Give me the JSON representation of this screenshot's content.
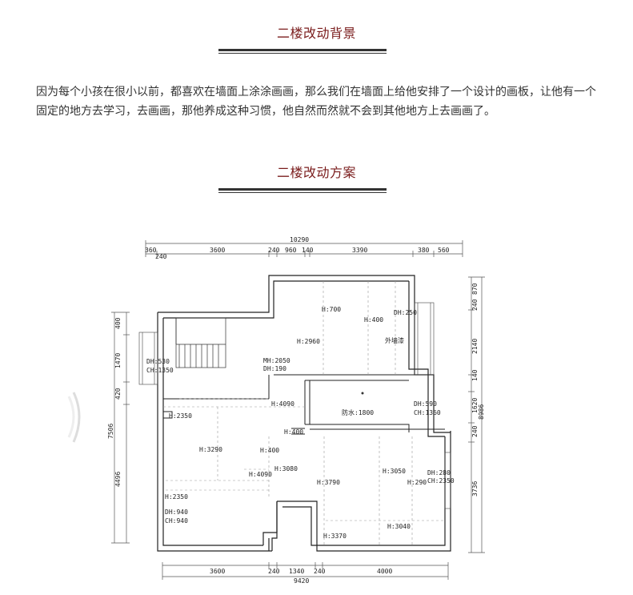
{
  "section1": {
    "title": "二楼改动背景",
    "paragraph": "因为每个小孩在很小以前，都喜欢在墙面上涂涂画画，那么我们在墙面上给他安排了一个设计的画板，让他有一个固定的地方去学习，去画画，那他养成这种习惯，他自然而然就不会到其他地方上去画画了。"
  },
  "section2": {
    "title": "二楼改动方案"
  },
  "plan": {
    "top_dims": {
      "total": "10290",
      "row": [
        "360",
        "3600",
        "240",
        "960",
        "140",
        "3390",
        "380",
        "560"
      ],
      "sub": "240"
    },
    "bottom_dims": {
      "total": "9420",
      "row": [
        "3600",
        "240",
        "1340",
        "240",
        "4000"
      ]
    },
    "left_dims": {
      "total": "7506",
      "row": [
        "400",
        "1470",
        "420",
        "4496"
      ]
    },
    "right_dims": {
      "total": "8986",
      "row": [
        "240",
        "870",
        "2140",
        "140",
        "1620",
        "240",
        "3736"
      ]
    },
    "labels": {
      "h700": "H:700",
      "h400a": "H:400",
      "dh250": "DH:250",
      "h2960": "H:2960",
      "exterior_paint": "外墙漆",
      "dh530": "DH:530",
      "ch1350": "CH:1350",
      "mh2050": "MH:2050",
      "dh190": "DH:190",
      "h4090a": "H:4090",
      "waterproof": "防水:1800",
      "dh590": "DH:590",
      "ch1360": "CH:1360",
      "h2350a": "H:2350",
      "h400b": "H:400",
      "h400c": "H:400",
      "h3290": "H:3290",
      "h3080": "H:3080",
      "h4090b": "H:4090",
      "h3050": "H:3050",
      "dh280": "DH:280",
      "ch2350": "CH:2350",
      "h3790": "H:3790",
      "h290": "H:290",
      "h2350b": "H:2350",
      "dh940": "DH:940",
      "ch940": "CH:940",
      "h3370": "H:3370",
      "h3040": "H:3040"
    }
  }
}
